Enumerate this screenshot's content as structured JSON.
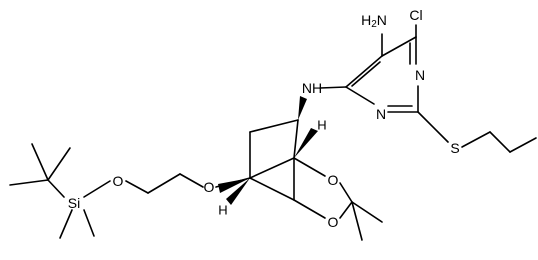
{
  "molecule": {
    "labels": {
      "amine": "H2N",
      "chloro": "Cl",
      "ring_n_top": "N",
      "ring_n_bottom": "N",
      "amino_nh": "NH",
      "sulfur": "S",
      "silicon": "Si",
      "ether_o_left": "O",
      "ether_o_right": "O",
      "dioxolane_o_top": "O",
      "dioxolane_o_bottom": "O",
      "stereo_h_top": "H",
      "stereo_h_bottom": "H"
    }
  }
}
